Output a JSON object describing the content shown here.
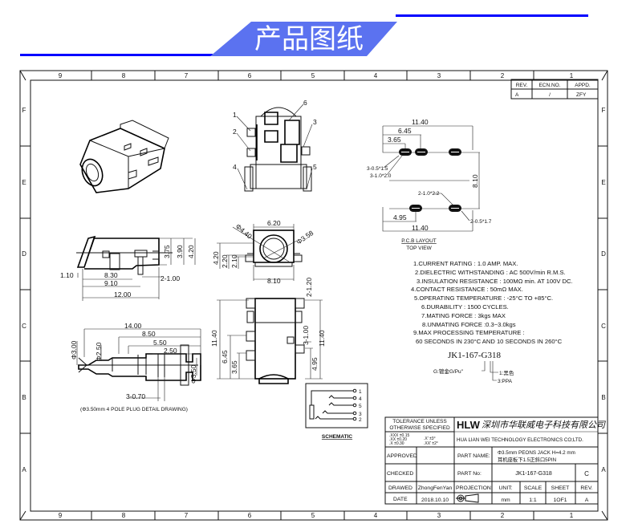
{
  "header": {
    "title": "产品图纸",
    "accent": "#0000ff",
    "banner_color": "#5b72f0"
  },
  "frame": {
    "columns": [
      "9",
      "8",
      "7",
      "6",
      "5",
      "4",
      "3",
      "2",
      "1"
    ],
    "rows": [
      "F",
      "E",
      "D",
      "C",
      "B",
      "A"
    ]
  },
  "revision": {
    "headers": [
      "REV.",
      "ECN.NO.",
      "APPD."
    ],
    "row": [
      "A",
      "/",
      "ZFY"
    ]
  },
  "top_view": {
    "callouts": [
      "1",
      "2",
      "3",
      "4",
      "5",
      "6"
    ]
  },
  "side_view": {
    "dims": {
      "d110": "1.10",
      "d830": "8.30",
      "d910": "9.10",
      "d1200": "12.00",
      "pin": "2-1.00",
      "h375": "3.75",
      "h390": "3.90",
      "h420": "4.20"
    }
  },
  "front_view": {
    "dims": {
      "w620": "6.20",
      "dia440": "Φ4.40",
      "dia358": "Φ3.58",
      "h420": "4.20",
      "h220": "2.20",
      "h210": "2.10",
      "w810": "8.10",
      "pin": "2-1.20"
    }
  },
  "bottom_view": {
    "dims": {
      "l1140a": "11.40",
      "d645": "6.45",
      "d365": "3.65",
      "pin": "3-1.00",
      "d495": "4.95",
      "l1140b": "11.40"
    }
  },
  "plug": {
    "dims": {
      "d1400": "14.00",
      "d850": "8.50",
      "d550": "5.50",
      "d250": "2.50",
      "dia300": "Φ3.00",
      "dia250": "Φ2.50",
      "dia350": "Φ3.50",
      "rings": "3-0.70"
    },
    "caption": "(Φ3.50mm 4 POLE PLUG DETAIL DRAWING)"
  },
  "pcb": {
    "dims": {
      "top1140": "11.40",
      "d645": "6.45",
      "d365": "3.65",
      "slot1": "3-0.5*1.5",
      "slot2": "3-1.0*2.0",
      "d810": "8.10",
      "slot3": "2-1.0*2.2",
      "slot4": "2-0.5*1.7",
      "d495": "4.95",
      "bot1140": "11.40"
    },
    "title": "P.C.B LAYOUT",
    "subtitle": "TOP VIEW"
  },
  "specs": [
    "1.CURRENT RATING : 1.0 AMP. MAX.",
    "2.DIELECTRIC WITHSTANDING : AC 500V/min R.M.S.",
    "3.INSULATION RESISTANCE : 100MΩ min. AT 100V DC.",
    "4.CONTACT RESISTANCE : 50mΩ MAX.",
    "5.OPERATING TEMPERATURE : -25°C TO +85°C.",
    "6.DURABILITY : 1500 CYCLES.",
    "7.MATING FORCE : 3kgs MAX",
    "8.UNMATING FORCE :0.3~3.0kgs",
    "9.MAX PROCESSING TEMPERATURE :",
    "60 SECONDS IN 230°C AND 10 SECONDS IN 260°C"
  ],
  "part_code": {
    "code": "JK1-167-G318",
    "note_g": "G:镀金G/Pu\"",
    "note_1": "1:黑色",
    "note_3": "3:PPA"
  },
  "schematic": {
    "pins": [
      "1",
      "4",
      "5",
      "3",
      "2"
    ],
    "label": "SCHEMATIC"
  },
  "title_block": {
    "tolerance_title1": "TOLERANCE UNLESS",
    "tolerance_title2": "OTHERWISE SPECIFIED",
    "tol_xxx": ".XXX ±0.15",
    "tol_xx": ".XX  ±0.20",
    "tol_x": ".X   ±0.30",
    "tol_ang1": ".X'  ±3°",
    "tol_ang2": ".XX'  ±2°",
    "company_logo": "HLW",
    "company_cn": "深圳市华联威电子科技有限公司",
    "company_en": "HUA LIAN WEI TECHNOLOGY ELECTRONICS CO;LTD.",
    "approved_label": "APPROVED",
    "checked_label": "CHECKED",
    "drawed_label": "DRAWED",
    "drawed_value": "ZhongFenYan",
    "date_label": "DATE",
    "date_value": "2018.10.10",
    "part_name_label": "PART NAME:",
    "part_name_1": "Φ3.5mm PEONS JACK H=4.2 mm",
    "part_name_2": "耳机座板下1.5正斜口5PIN",
    "part_no_label": "PART No:",
    "part_no_value": "JK1-167-G318",
    "rev_code": "C",
    "projection_label": "PROJECTION:",
    "unit_label": "UNIT:",
    "scale_label": "SCALE",
    "sheet_label": "SHEET",
    "rev_label": "REV.",
    "unit_value": "mm",
    "scale_value": "1:1",
    "sheet_value": "1OF1",
    "rev_value": "A"
  }
}
